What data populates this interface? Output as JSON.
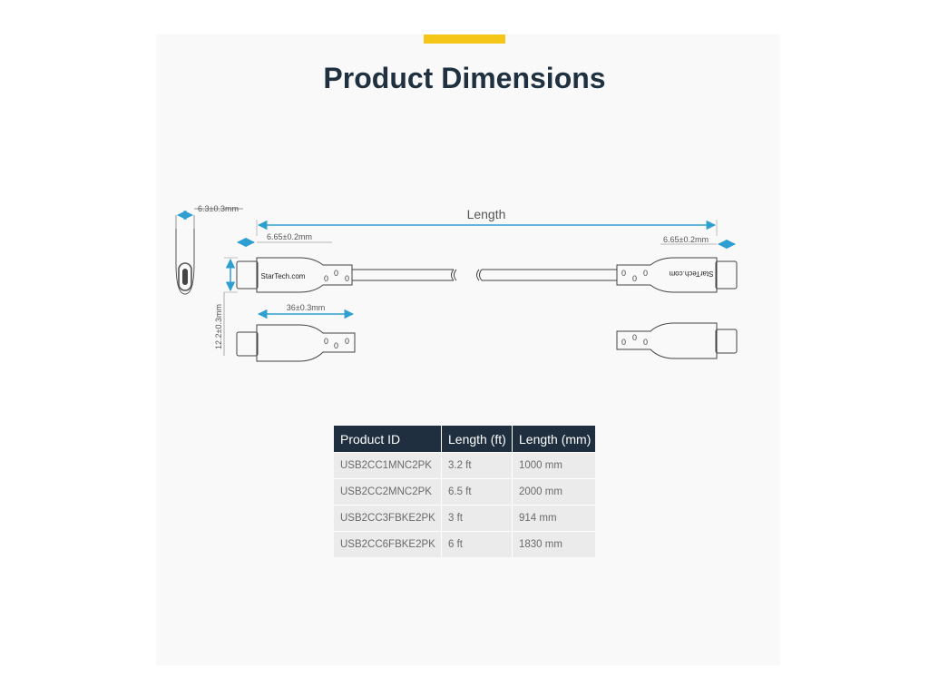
{
  "heading": {
    "title": "Product Dimensions"
  },
  "colors": {
    "accent": "#f5c518",
    "dim": "#2e9fd0",
    "header_bg": "#1f2f3f",
    "row_bg": "#ebebeb",
    "outline": "#333333"
  },
  "diagram": {
    "length_label": "Length",
    "thickness_label": "6.3±0.3mm",
    "height_label": "12.2±0.3mm",
    "left_tip_label": "6.65±0.2mm",
    "right_tip_label": "6.65±0.2mm",
    "connector_length_label": "36±0.3mm",
    "brand": "StarTech.com"
  },
  "table": {
    "headers": [
      "Product ID",
      "Length (ft)",
      "Length (mm)"
    ],
    "rows": [
      [
        "USB2CC1MNC2PK",
        "3.2 ft",
        "1000 mm"
      ],
      [
        "USB2CC2MNC2PK",
        "6.5 ft",
        "2000 mm"
      ],
      [
        "USB2CC3FBKE2PK",
        "3 ft",
        "914 mm"
      ],
      [
        "USB2CC6FBKE2PK",
        "6 ft",
        "1830 mm"
      ]
    ]
  }
}
